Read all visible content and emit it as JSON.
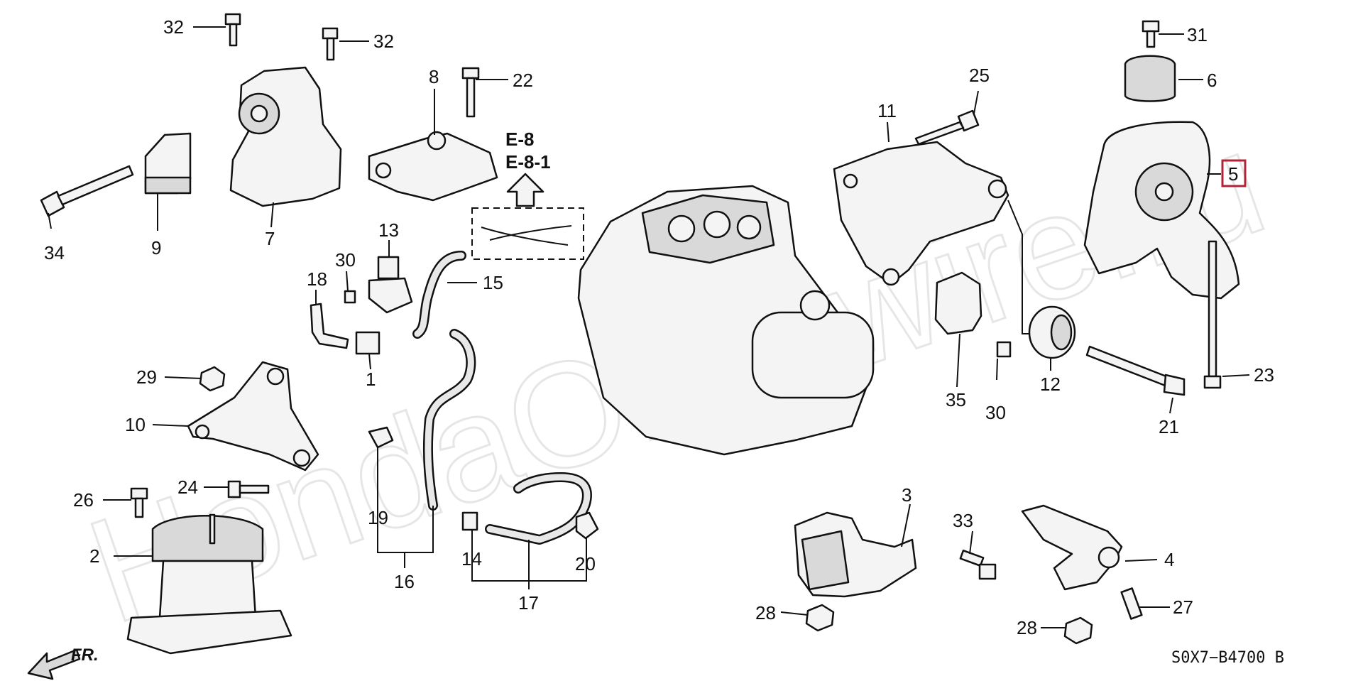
{
  "watermark": "HondaOEMwire.ru",
  "callouts": [
    "32",
    "32",
    "34",
    "9",
    "7",
    "22",
    "8",
    "13",
    "30",
    "18",
    "15",
    "1",
    "29",
    "10",
    "26",
    "24",
    "2",
    "19",
    "16",
    "14",
    "17",
    "20",
    "11",
    "25",
    "35",
    "30",
    "12",
    "31",
    "6",
    "5",
    "21",
    "23",
    "3",
    "33",
    "28",
    "4",
    "28",
    "27"
  ],
  "reference_lines": [
    "E-8",
    "E-8-1"
  ],
  "diagram_code": "S0X7−B4700 B",
  "direction_label": "FR."
}
